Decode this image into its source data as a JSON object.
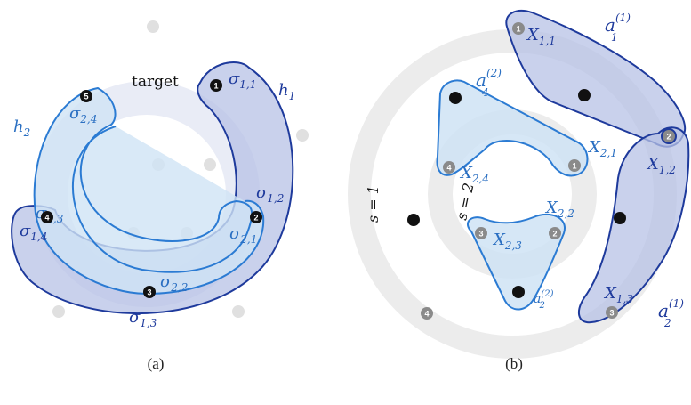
{
  "colors": {
    "navy_stroke": "#1e3a9c",
    "blue_stroke": "#2b7bd3",
    "navy_fill": "#b7c1e6",
    "light_fill": "#cfe3f5",
    "ring_gray": "#ececec",
    "dot_gray": "#e0e0e0",
    "badge_dark": "#111111",
    "badge_gray": "#8a8a8a"
  },
  "panel_a": {
    "caption": "(a)",
    "target_label": "target",
    "hyperedges": {
      "h1": {
        "base": "h",
        "sub": "1"
      },
      "h2": {
        "base": "h",
        "sub": "2"
      }
    },
    "sigma_labels": [
      {
        "id": "s11",
        "base": "σ",
        "sub": "1,1"
      },
      {
        "id": "s12",
        "base": "σ",
        "sub": "1,2"
      },
      {
        "id": "s13",
        "base": "σ",
        "sub": "1,3"
      },
      {
        "id": "s14",
        "base": "σ",
        "sub": "1,4"
      },
      {
        "id": "s21",
        "base": "σ",
        "sub": "2,1"
      },
      {
        "id": "s22",
        "base": "σ",
        "sub": "2,2"
      },
      {
        "id": "s23",
        "base": "σ",
        "sub": "2,3"
      },
      {
        "id": "s24",
        "base": "σ",
        "sub": "2,4"
      }
    ],
    "badges": [
      "1",
      "2",
      "3",
      "4",
      "5"
    ]
  },
  "panel_b": {
    "caption": "(b)",
    "ring_labels": {
      "s1": "s = 1",
      "s2": "s = 2"
    },
    "a_labels": [
      {
        "id": "a11",
        "base": "a",
        "sub": "1",
        "sup": "(1)"
      },
      {
        "id": "a21",
        "base": "a",
        "sub": "2",
        "sup": "(1)"
      },
      {
        "id": "a42",
        "base": "a",
        "sub": "4",
        "sup": "(2)"
      },
      {
        "id": "a22",
        "base": "a",
        "sub": "2",
        "sup": "(2)"
      }
    ],
    "x_labels": [
      {
        "id": "x11",
        "base": "X",
        "sub": "1,1"
      },
      {
        "id": "x12",
        "base": "X",
        "sub": "1,2"
      },
      {
        "id": "x13",
        "base": "X",
        "sub": "1,3"
      },
      {
        "id": "x21",
        "base": "X",
        "sub": "2,1"
      },
      {
        "id": "x22",
        "base": "X",
        "sub": "2,2"
      },
      {
        "id": "x23",
        "base": "X",
        "sub": "2,3"
      },
      {
        "id": "x24",
        "base": "X",
        "sub": "2,4"
      }
    ],
    "badges": [
      "1",
      "2",
      "3",
      "4"
    ]
  }
}
